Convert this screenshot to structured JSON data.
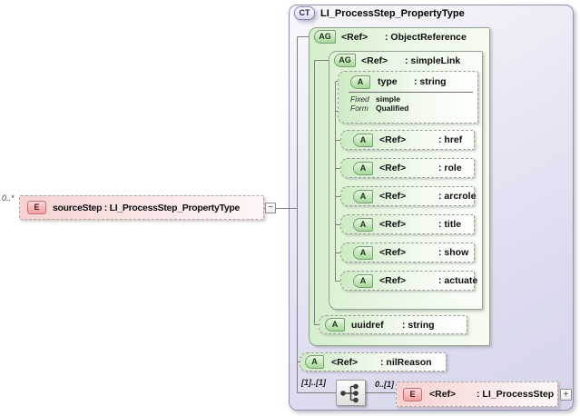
{
  "source_element": {
    "occurrence": "0..*",
    "badge": "E",
    "label": "sourceStep : LI_ProcessStep_PropertyType",
    "collapse_glyph": "−"
  },
  "complex_type": {
    "badge": "CT",
    "title": "LI_ProcessStep_PropertyType",
    "object_reference": {
      "badge": "AG",
      "name": "<Ref>",
      "type": ": ObjectReference"
    },
    "simple_link": {
      "badge": "AG",
      "name": "<Ref>",
      "type": ": simpleLink"
    },
    "type_attr": {
      "badge": "A",
      "name": "type",
      "type": ": string",
      "facets": {
        "fixed_label": "Fixed",
        "fixed_value": "simple",
        "form_label": "Form",
        "form_value": "Qualified"
      }
    },
    "xlink_attrs": [
      {
        "badge": "A",
        "name": "<Ref>",
        "type": ": href"
      },
      {
        "badge": "A",
        "name": "<Ref>",
        "type": ": role"
      },
      {
        "badge": "A",
        "name": "<Ref>",
        "type": ": arcrole"
      },
      {
        "badge": "A",
        "name": "<Ref>",
        "type": ": title"
      },
      {
        "badge": "A",
        "name": "<Ref>",
        "type": ": show"
      },
      {
        "badge": "A",
        "name": "<Ref>",
        "type": ": actuate"
      }
    ],
    "uuidref_attr": {
      "badge": "A",
      "name": "uuidref",
      "type": ": string"
    },
    "nilreason_attr": {
      "badge": "A",
      "name": "<Ref>",
      "type": ": nilReason"
    },
    "sequence": {
      "occurrence": "[1]..[1]"
    },
    "child_element": {
      "occurrence": "0..[1]",
      "badge": "E",
      "name": "<Ref>",
      "type": ": LI_ProcessStep",
      "expand_glyph": "+"
    }
  },
  "colors": {
    "complex_type_fill": "#dcdbee",
    "group_fill": "#d4eecb",
    "attribute_accent": "#a8d89b",
    "element_accent": "#f1a0a0",
    "connector": "#7f7f7f"
  }
}
